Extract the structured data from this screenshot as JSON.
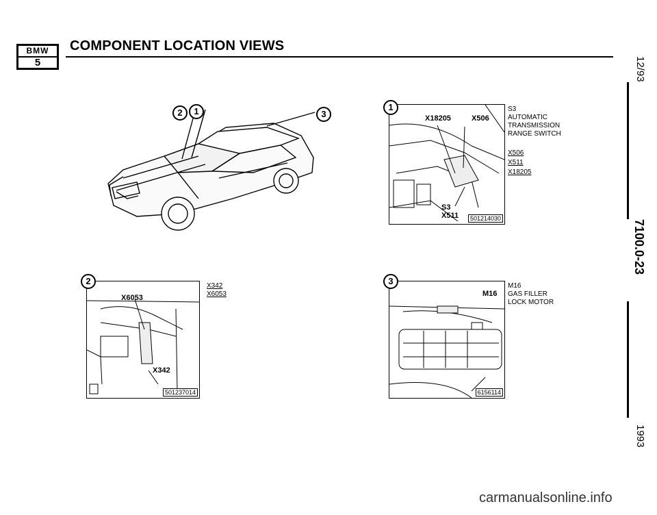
{
  "header": {
    "logo_top": "BMW",
    "logo_series": "5",
    "title": "COMPONENT LOCATION VIEWS"
  },
  "side": {
    "date": "12/93",
    "page": "7100.0-23",
    "year": "1993"
  },
  "car_view": {
    "callouts": [
      "2",
      "1",
      "3"
    ]
  },
  "panel1": {
    "number": "1",
    "labels_in": [
      "X18205",
      "X506",
      "S3",
      "X511"
    ],
    "fig": "501214030",
    "legend": {
      "title_code": "S3",
      "title_lines": [
        "AUTOMATIC",
        "TRANSMISSION",
        "RANGE SWITCH"
      ],
      "codes": [
        "X506",
        "X511",
        "X18205"
      ]
    }
  },
  "panel2": {
    "number": "2",
    "labels_in": [
      "X6053",
      "X342"
    ],
    "fig": "501237014",
    "legend": {
      "codes": [
        "X342",
        "X6053"
      ]
    }
  },
  "panel3": {
    "number": "3",
    "labels_in": [
      "M16"
    ],
    "fig": "6156114",
    "legend": {
      "title_code": "M16",
      "title_lines": [
        "GAS FILLER",
        "LOCK MOTOR"
      ]
    }
  },
  "footer": {
    "text": "carmanualsonline.info"
  }
}
